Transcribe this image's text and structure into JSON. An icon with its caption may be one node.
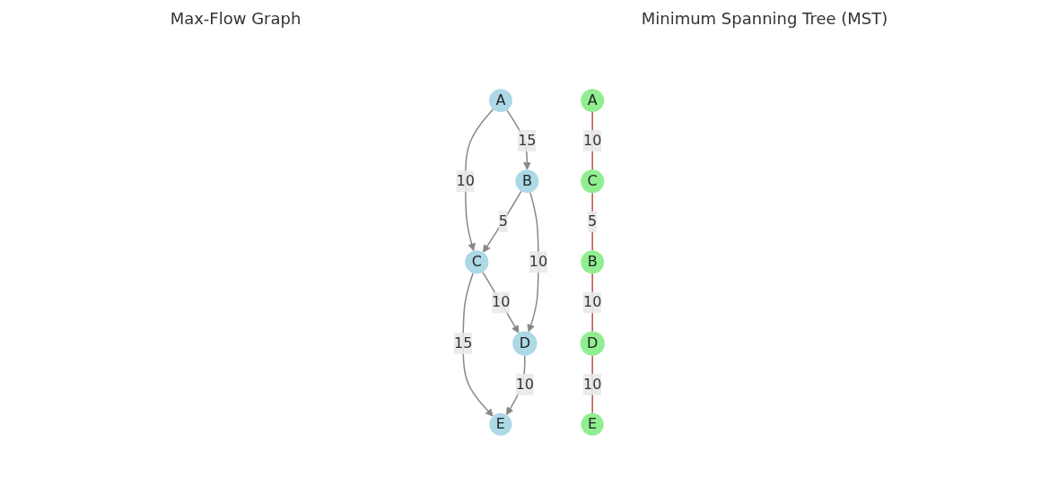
{
  "diagram": {
    "nodes": [
      {
        "text": [
          "D"
        ]
      },
      {
        "text": [
          "C"
        ]
      },
      {
        "text": [
          "B"
        ]
      },
      {
        "text": [
          "E"
        ]
      },
      {
        "text": [
          "A"
        ]
      },
      {
        "text": [
          "A"
        ]
      },
      {
        "text": [
          "C"
        ]
      },
      {
        "text": [
          "B"
        ]
      },
      {
        "text": [
          "D"
        ]
      },
      {
        "text": [
          "E"
        ]
      }
    ],
    "edges": [
      {
        "from": 4,
        "to": 1,
        "arrow": "to",
        "label": "10"
      },
      {
        "from": 4,
        "to": 2,
        "arrow": "to",
        "label": "15"
      },
      {
        "from": 1,
        "to": 0,
        "arrow": "to",
        "label": "10"
      },
      {
        "from": 2,
        "to": 0,
        "arrow": "to",
        "label": "10"
      },
      {
        "from": 2,
        "to": 1,
        "arrow": "to",
        "label": "5"
      },
      {
        "from": 1,
        "to": 3,
        "arrow": "to",
        "label": "15"
      },
      {
        "from": 0,
        "to": 3,
        "arrow": "to",
        "label": "10"
      },
      {
        "from": 5,
        "to": 6,
        "arrow": "none",
        "label": "10",
        "color": "#b5524a"
      },
      {
        "from": 6,
        "to": 7,
        "arrow": "none",
        "label": "5",
        "color": "#b5524a"
      },
      {
        "from": 7,
        "to": 8,
        "arrow": "none",
        "label": "10",
        "color": "#b5524a"
      },
      {
        "from": 8,
        "to": 9,
        "arrow": "none",
        "label": "10",
        "color": "#b5524a"
      }
    ],
    "labels": [
      "Max-Flow Graph",
      "Minimum Spanning Tree (MST)"
    ]
  }
}
